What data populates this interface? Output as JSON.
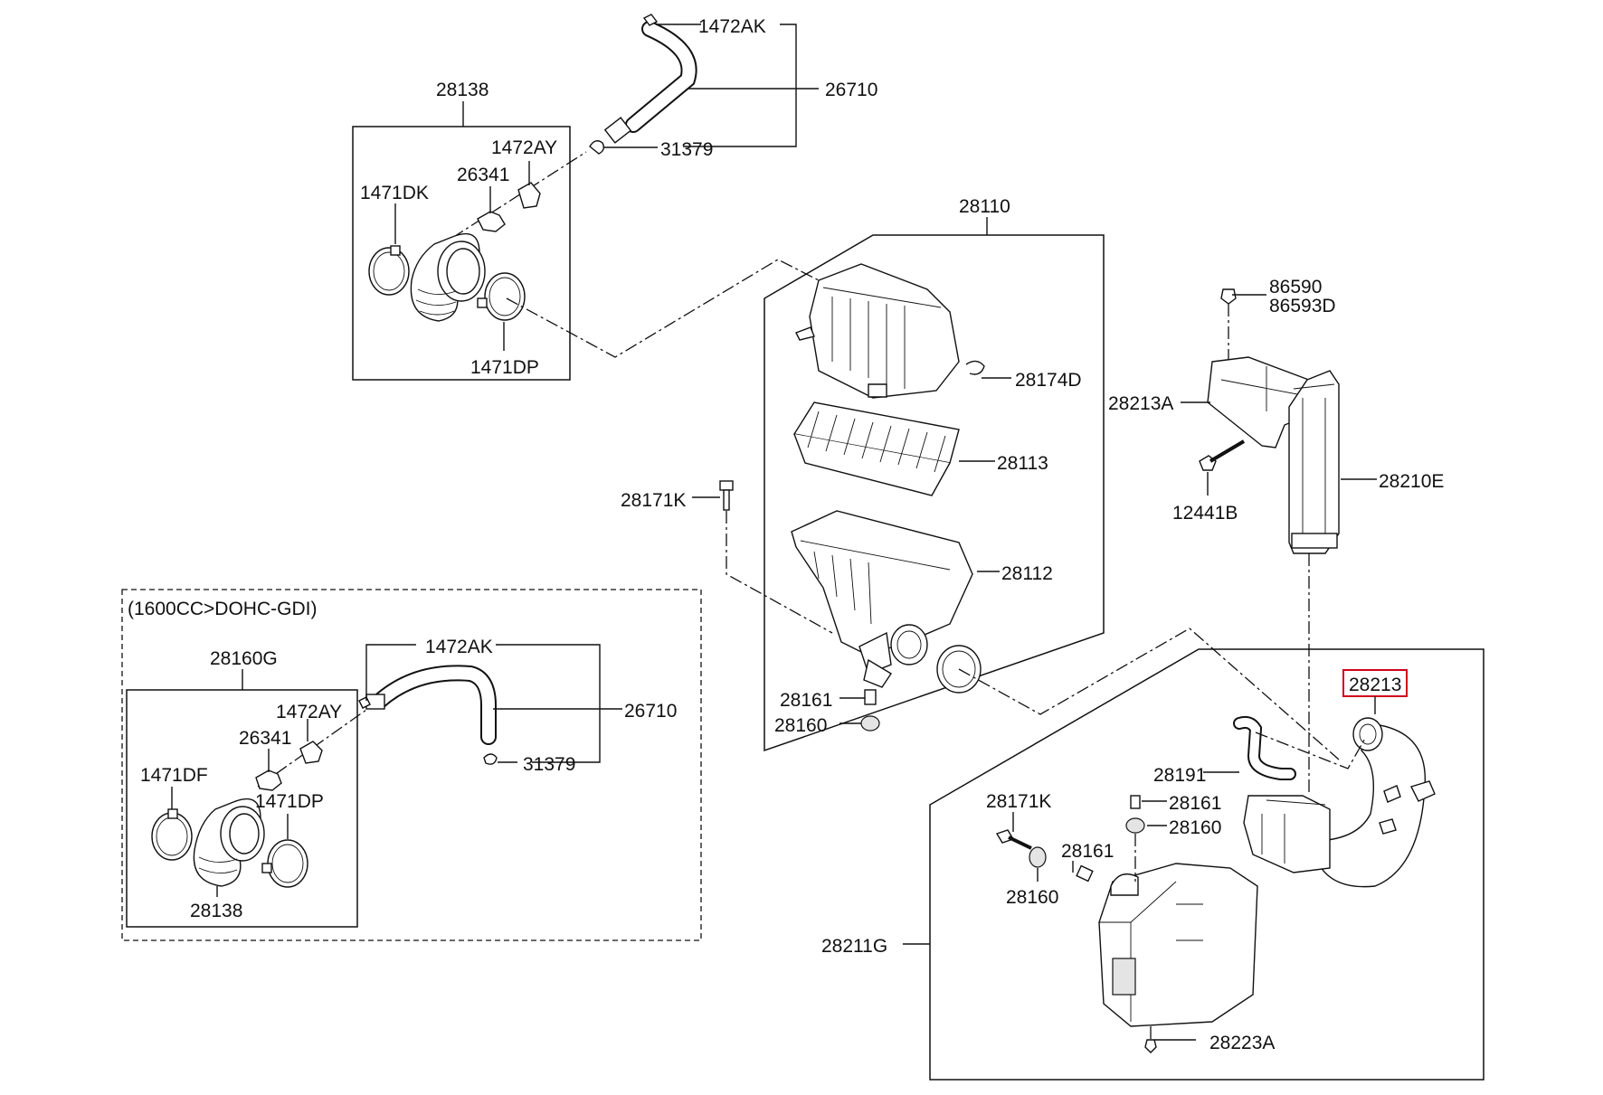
{
  "labels": {
    "top_1472AK": "1472AK",
    "top_26710": "26710",
    "top_31379": "31379",
    "top_28138": "28138",
    "top_1472AY": "1472AY",
    "top_26341": "26341",
    "top_1471DK": "1471DK",
    "top_1471DP": "1471DP",
    "l28110": "28110",
    "l28174D": "28174D",
    "l28113": "28113",
    "l28171K_top": "28171K",
    "l28112": "28112",
    "l28161_a": "28161",
    "l28160_a": "28160",
    "l86590": "86590",
    "l86593D": "86593D",
    "l28213A": "28213A",
    "l28210E": "28210E",
    "l12441B": "12441B",
    "l28213": "28213",
    "l28191": "28191",
    "l28171K_b": "28171K",
    "l28161_b": "28161",
    "l28160_b": "28160",
    "l28161_c": "28161",
    "l28160_c": "28160",
    "l28211G": "28211G",
    "l28223A": "28223A",
    "gdi_note": "(1600CC>DOHC-GDI)",
    "gdi_28160G": "28160G",
    "gdi_1472AK": "1472AK",
    "gdi_26710": "26710",
    "gdi_1472AY": "1472AY",
    "gdi_26341": "26341",
    "gdi_31379": "31379",
    "gdi_1471DF": "1471DF",
    "gdi_1471DP": "1471DP",
    "gdi_28138": "28138"
  },
  "colors": {
    "line": "#111111",
    "highlight": "#d0021b",
    "background": "#ffffff"
  }
}
